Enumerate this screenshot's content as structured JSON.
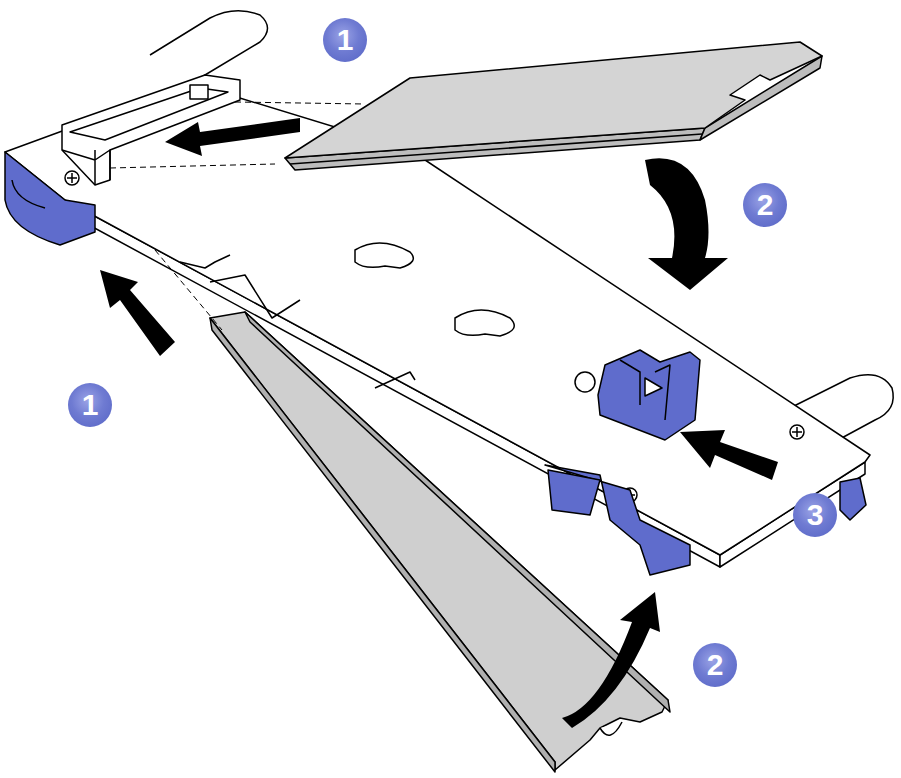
{
  "diagram": {
    "labels": [
      "1",
      "2",
      "1",
      "3",
      "2"
    ]
  }
}
